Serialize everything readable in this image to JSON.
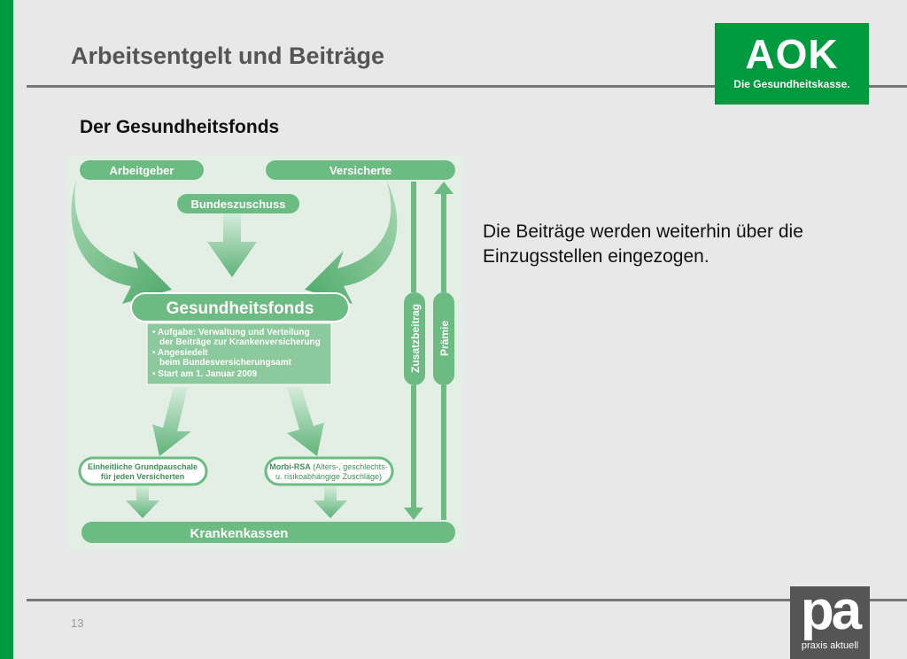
{
  "slide": {
    "title": "Arbeitsentgelt und Beiträge",
    "subtitle": "Der Gesundheitsfonds",
    "body_text": "Die Beiträge werden weiterhin über die Einzugsstellen eingezogen.",
    "page_number": "13"
  },
  "logos": {
    "aok_text": "AOK",
    "aok_tagline": "Die Gesundheitskasse.",
    "pa_text": "pa",
    "pa_tagline": "praxis aktuell"
  },
  "diagram": {
    "arbeitgeber": "Arbeitgeber",
    "versicherte": "Versicherte",
    "bundeszuschuss": "Bundeszuschuss",
    "gesundheitsfonds": "Gesundheitsfonds",
    "fonds_bullets": [
      "• Aufgabe: Verwaltung und Verteilung",
      "der Beiträge zur Krankenversicherung",
      "• Angesiedelt",
      "beim Bundesversicherungsamt",
      "• Start am 1. Januar 2009"
    ],
    "zusatzbeitrag": "Zusatzbeitrag",
    "praemie": "Prämie",
    "grundpauschale_line1": "Einheitliche Grundpauschale",
    "grundpauschale_line2": "für jeden Versicherten",
    "morbi_bold": "Morbi-RSA",
    "morbi_rest": " (Alters-, geschlechts-",
    "morbi_line2": "u. risikoabhängige Zuschläge)",
    "krankenkassen": "Krankenkassen"
  },
  "colors": {
    "brand_green": "#009a3e",
    "diagram_bg": "#e3efe5",
    "pill_green": "#6cbb82",
    "arrow_green": "#5fb378"
  }
}
